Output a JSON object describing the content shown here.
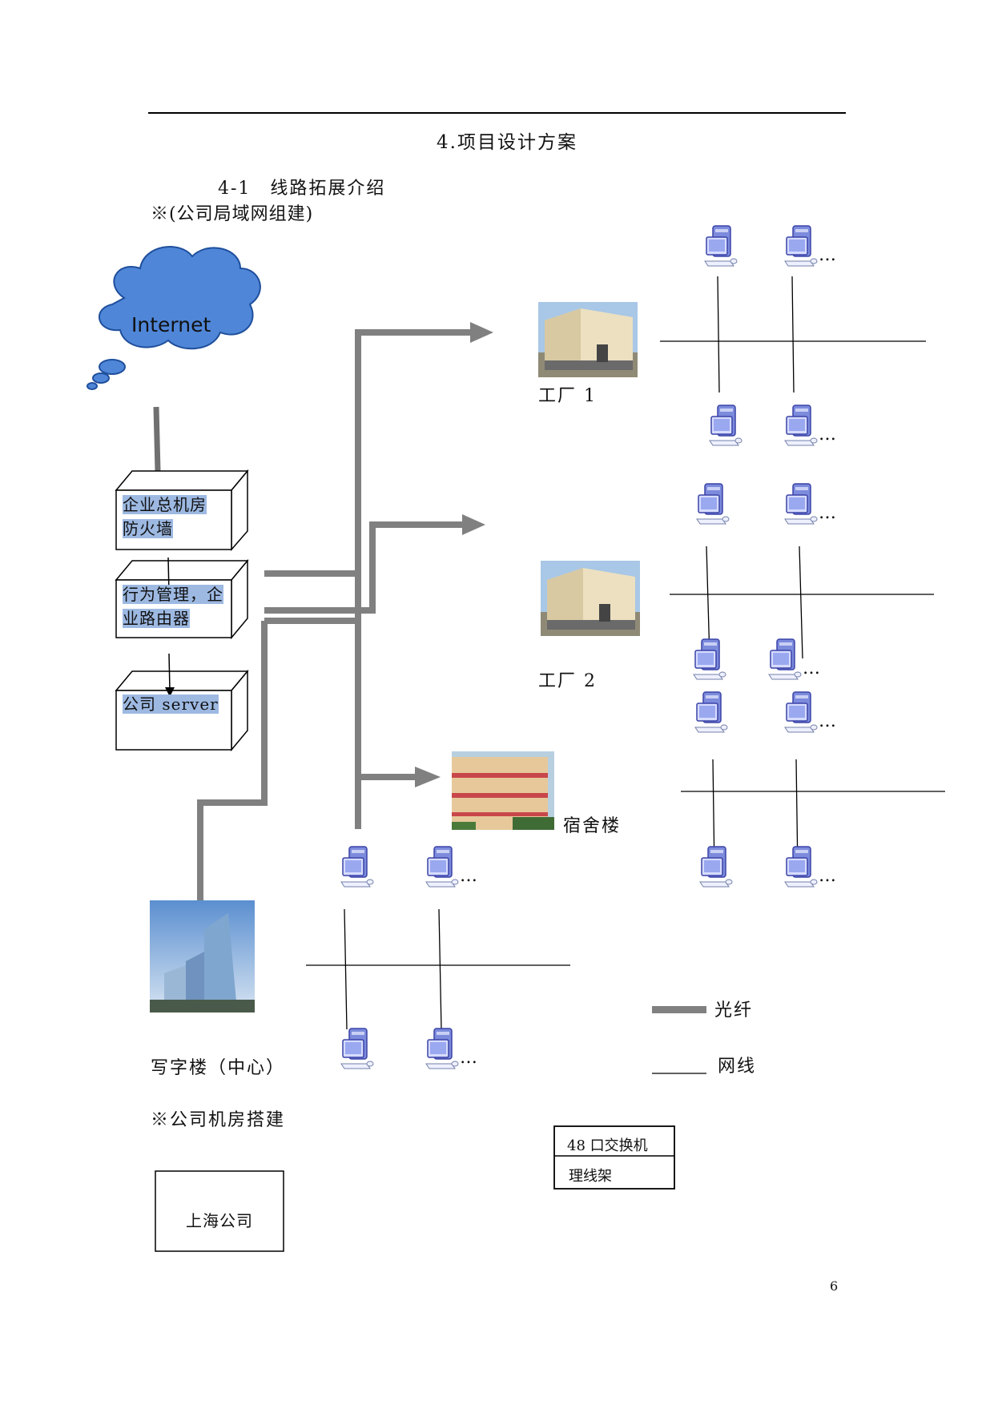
{
  "page": {
    "section_title": "4.项目设计方案",
    "subsection_title": "4-1　线路拓展介绍",
    "lan_heading": "※(公司局域网组建)",
    "datacenter_heading": "※公司机房搭建",
    "page_number": "6"
  },
  "diagram": {
    "cloud_label": "Internet",
    "boxes": {
      "firewall": {
        "line1": "企业总机房",
        "line2": "防火墙"
      },
      "router": {
        "line1": "行为管理，企",
        "line2": "业路由器"
      },
      "server": {
        "line1": "公司 server"
      }
    },
    "sites": {
      "factory1": "工厂 1",
      "factory2": "工厂 2",
      "dorm": "宿舍楼",
      "office": "写字楼（中心）"
    },
    "ellipsis": "…",
    "legend": {
      "fiber": "光纤",
      "cable": "网线"
    },
    "shanghai_box": "上海公司",
    "rack": {
      "row1": "48 口交换机",
      "row2": "理线架"
    },
    "colors": {
      "fiber": "#808080",
      "cloud": "#4f86d8",
      "highlight": "#9db9e2"
    }
  }
}
